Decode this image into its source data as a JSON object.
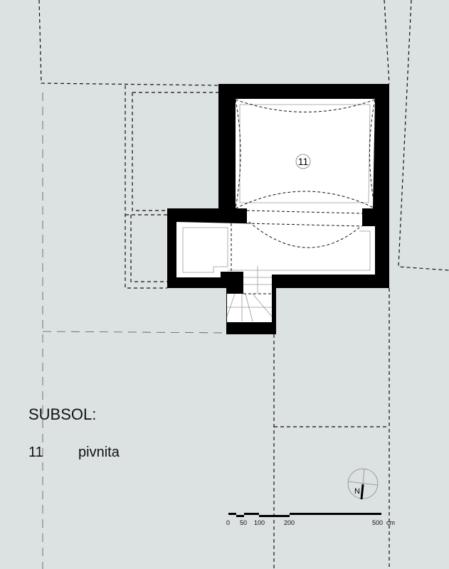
{
  "title": "SUBSOL:",
  "legend": [
    {
      "number": "11",
      "name": "pivnita"
    }
  ],
  "room_label": "11",
  "north_label": "N",
  "scale": {
    "ticks": [
      "0",
      "50",
      "100",
      "200",
      "500"
    ],
    "unit": "cm"
  },
  "colors": {
    "background": "#dce2e1",
    "wall": "#000000",
    "room": "#ffffff"
  }
}
